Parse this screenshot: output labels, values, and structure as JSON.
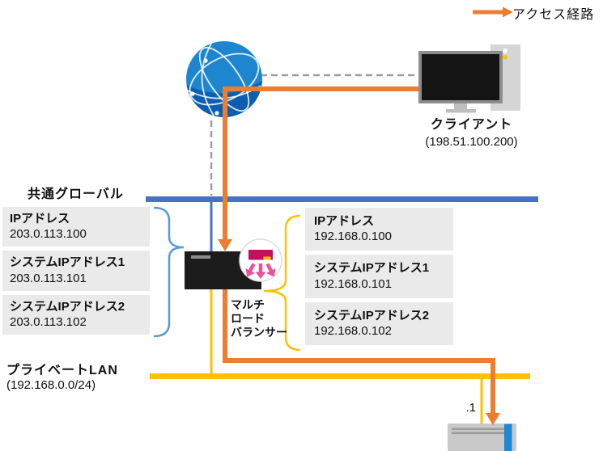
{
  "legend": {
    "access_route_label": "アクセス経路"
  },
  "client": {
    "label": "クライアント",
    "ip": "(198.51.100.200)"
  },
  "global_segment": {
    "label": "共通グローバル",
    "addresses": [
      {
        "title": "IPアドレス",
        "value": "203.0.113.100"
      },
      {
        "title": "システムIPアドレス1",
        "value": "203.0.113.101"
      },
      {
        "title": "システムIPアドレス2",
        "value": "203.0.113.102"
      }
    ]
  },
  "load_balancer": {
    "label_lines": [
      "マルチ",
      "ロード",
      "バランサー"
    ]
  },
  "lan_segment": {
    "label": "プライベートLAN",
    "cidr": "(192.168.0.0/24)",
    "addresses": [
      {
        "title": "IPアドレス",
        "value": "192.168.0.100"
      },
      {
        "title": "システムIPアドレス1",
        "value": "192.168.0.101"
      },
      {
        "title": "システムIPアドレス2",
        "value": "192.168.0.102"
      }
    ],
    "server_host_suffix": ".1"
  },
  "colors": {
    "orange": "#ED7D31",
    "global-blue": "#4472C4",
    "lan-yellow": "#FFC000",
    "brace-blue": "#5B9BD5",
    "dash-gray": "#9E9E9E",
    "box-gray": "#EAEAEA",
    "icon-crimson": "#C2105F",
    "icon-pink": "#E8519B",
    "stripe-blue": "#1E88D6"
  }
}
